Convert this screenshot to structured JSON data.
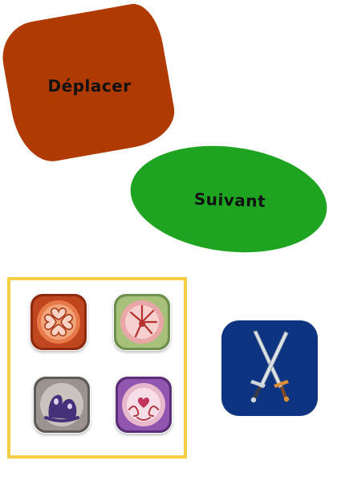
{
  "buttons": {
    "move_label": "Déplacer",
    "next_label": "Suivant"
  },
  "colors": {
    "move": "#b03b02",
    "next": "#1fa422",
    "panel_border": "#f6ce45",
    "attack": "#0c3480"
  },
  "skills": [
    {
      "icon": "heart-quad-icon",
      "frame": "red"
    },
    {
      "icon": "burst-icon",
      "frame": "green"
    },
    {
      "icon": "ghost-splash-icon",
      "frame": "grey"
    },
    {
      "icon": "heart-swirl-icon",
      "frame": "purple"
    }
  ],
  "attack": {
    "icon": "crossed-swords-icon"
  }
}
